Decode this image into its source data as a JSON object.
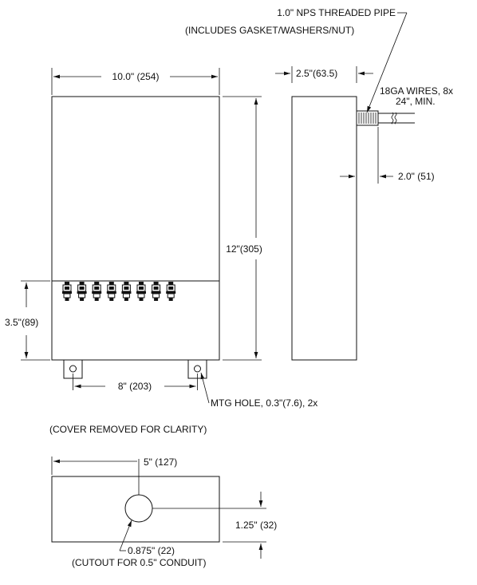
{
  "labels": {
    "pipe_line1": "1.0\" NPS THREADED PIPE",
    "pipe_line2": "(INCLUDES GASKET/WASHERS/NUT)",
    "width_dim": "10.0\" (254)",
    "depth_dim": "2.5\"(63.5)",
    "wires_line1": "18GA WIRES, 8x",
    "wires_line2": "24\", MIN.",
    "pipe_offset_dim": "2.0\" (51)",
    "height_dim": "12\"(305)",
    "terminal_height_dim": "3.5\"(89)",
    "hole_spacing_dim": "8\" (203)",
    "mtg_hole": "MTG HOLE, 0.3\"(7.6), 2x",
    "cover_note": "(COVER REMOVED FOR CLARITY)",
    "cutout_x_dim": "5\" (127)",
    "cutout_y_dim": "1.25\" (32)",
    "cutout_dia": "0.875\" (22)",
    "cutout_note": "(CUTOUT FOR 0.5\" CONDUIT)"
  },
  "components": {
    "terminal_count": 8
  }
}
